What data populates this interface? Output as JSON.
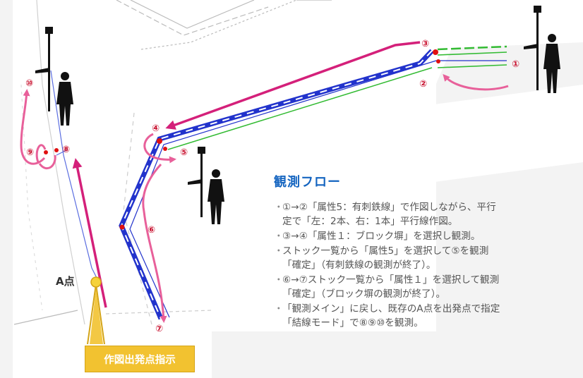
{
  "flow": {
    "title": "観測フロー",
    "steps": [
      {
        "line1": "①→②「属性5：有刺鉄線」で作図しながら、平行",
        "line2": "定で「左：2本、右：1本」平行線作図。"
      },
      {
        "line1": "③→④「属性１：ブロック塀」を選択し観測。",
        "line2": ""
      },
      {
        "line1": "ストック一覧から「属性5」を選択して⑤を観測",
        "line2": "「確定」（有刺鉄線の観測が終了）。"
      },
      {
        "line1": "⑥→⑦ストック一覧から「属性１」を選択して観測",
        "line2": "「確定」（ブロック塀の観測が終了）。"
      },
      {
        "line1": "「観測メイン」に戻し、既存のA点を出発点で指定",
        "line2": "「結線モード」で⑧⑨⑩を観測。"
      }
    ]
  },
  "markers": {
    "m1": "①",
    "m2": "②",
    "m3": "③",
    "m4": "④",
    "m5": "⑤",
    "m6": "⑥",
    "m7": "⑦",
    "m8": "⑧",
    "m9": "⑨",
    "m10": "⑩"
  },
  "a_point_label": "A点",
  "origin_instruction": "作図出発点指示",
  "colors": {
    "blue_line": "#2233cc",
    "green_line": "#33bb33",
    "pink_arrow": "#e8609a",
    "magenta_arrow": "#d4207a",
    "red_point": "#e01010",
    "yellow": "#f2c230",
    "title_blue": "#1565c0"
  }
}
